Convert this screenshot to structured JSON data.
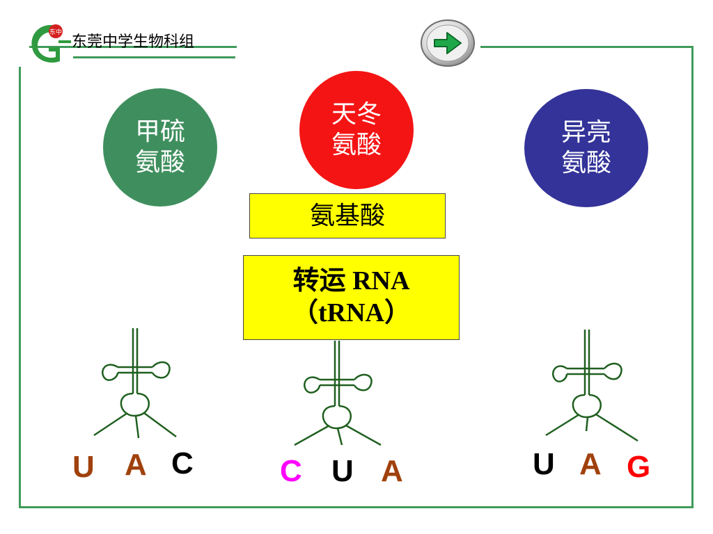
{
  "header": {
    "school_name": "东莞中学生物科组",
    "logo_badge": "东中",
    "logo_letter": "G"
  },
  "nav": {
    "next_icon": "arrow-right-icon"
  },
  "amino_acids": [
    {
      "label_line1": "甲硫",
      "label_line2": "氨酸",
      "color": "#3f8f5e"
    },
    {
      "label_line1": "天冬",
      "label_line2": "氨酸",
      "color": "#f41414"
    },
    {
      "label_line1": "异亮",
      "label_line2": "氨酸",
      "color": "#333399"
    }
  ],
  "labels": {
    "amino_acid": "氨基酸",
    "trna_line1": "转运 RNA",
    "trna_line2": "（tRNA）"
  },
  "anticodons": [
    {
      "bases": [
        {
          "letter": "U",
          "color": "#a0410d"
        },
        {
          "letter": "A",
          "color": "#a0410d"
        },
        {
          "letter": "C",
          "color": "#000000"
        }
      ]
    },
    {
      "bases": [
        {
          "letter": "C",
          "color": "#ff00ff"
        },
        {
          "letter": "U",
          "color": "#000000"
        },
        {
          "letter": "A",
          "color": "#a0410d"
        }
      ]
    },
    {
      "bases": [
        {
          "letter": "U",
          "color": "#000000"
        },
        {
          "letter": "A",
          "color": "#a0410d"
        },
        {
          "letter": "G",
          "color": "#ff0000"
        }
      ]
    }
  ],
  "colors": {
    "frame": "#3f9a5a",
    "trna_stroke": "#1f5f1f",
    "box_fill": "#ffff00"
  }
}
